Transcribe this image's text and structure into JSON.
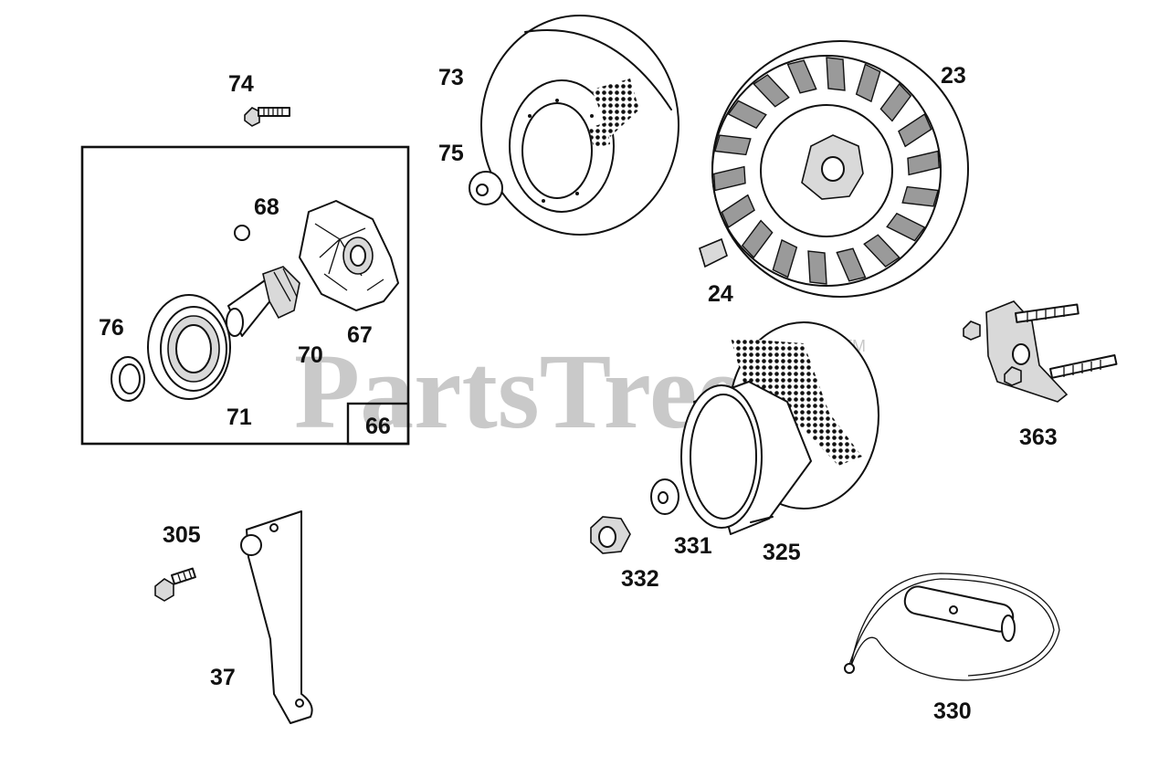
{
  "watermark": {
    "text": "PartsTree",
    "trademark": "TM"
  },
  "labels": {
    "p23": "23",
    "p24": "24",
    "p37": "37",
    "p66": "66",
    "p67": "67",
    "p68": "68",
    "p70": "70",
    "p71": "71",
    "p73": "73",
    "p74": "74",
    "p75": "75",
    "p76": "76",
    "p305": "305",
    "p325": "325",
    "p330": "330",
    "p331": "331",
    "p332": "332",
    "p363": "363"
  }
}
